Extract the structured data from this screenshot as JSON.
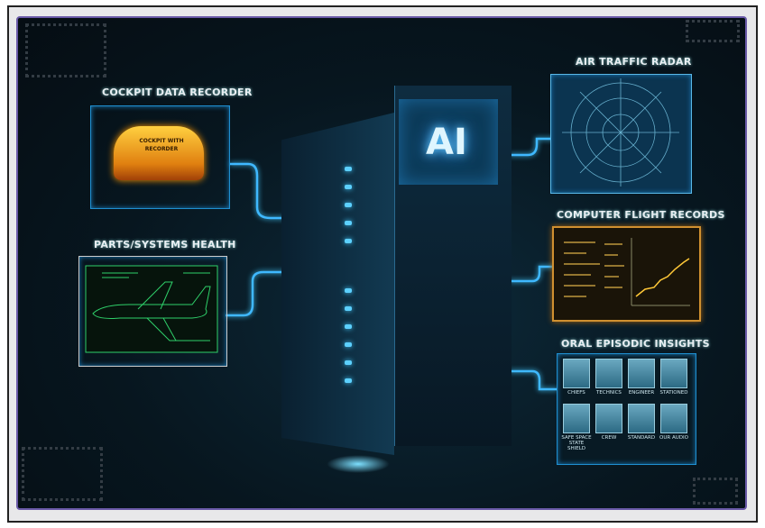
{
  "panels": {
    "cockpit": {
      "title": "COCKPIT DATA RECORDER",
      "device_label": "COCKPIT WITH RECORDER"
    },
    "parts": {
      "title": "PARTS/SYSTEMS HEALTH"
    },
    "radar": {
      "title": "AIR TRAFFIC RADAR"
    },
    "flight": {
      "title": "COMPUTER FLIGHT RECORDS"
    },
    "oral": {
      "title": "ORAL EPISODIC INSIGHTS",
      "captions": [
        "CHIEFS",
        "TECHNICS",
        "ENGINEER",
        "STATIONED",
        "SAFE SPACE STATE SHIELD",
        "CREW",
        "STANDARD",
        "OUR AUDIO"
      ]
    }
  },
  "server": {
    "label": "AI"
  },
  "colors": {
    "accent": "#1f8fd0",
    "glow": "#5cd0ff",
    "recorder": "#f0a020",
    "records": "#e0a030",
    "blueprint": "#2fd06a"
  }
}
